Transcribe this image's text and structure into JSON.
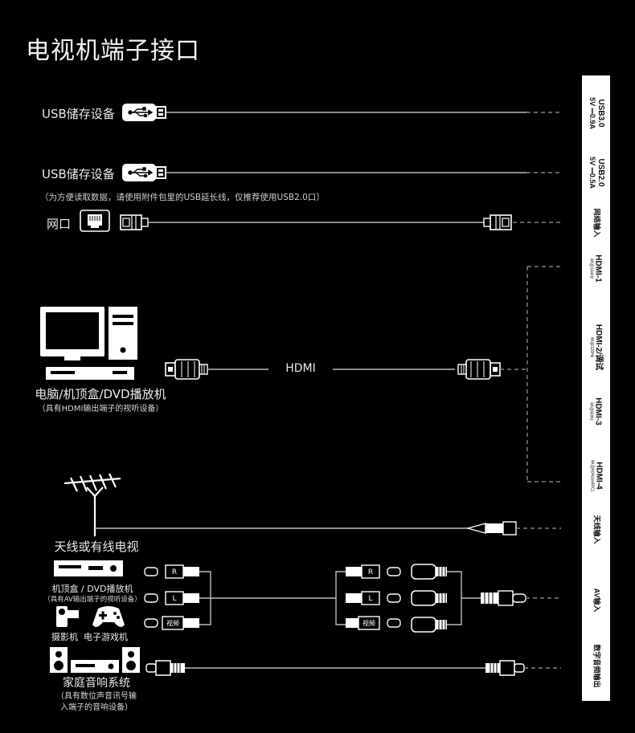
{
  "title": "电视机端子接口",
  "labels": {
    "usb_device_1": "USB储存设备",
    "usb_device_2": "USB储存设备",
    "usb_note": "（为方便读取数据，请使用附件包里的USB延长线，仅推荐使用USB2.0口）",
    "network": "网口",
    "computer": "电脑/机顶盒/DVD播放机",
    "computer_note": "（具有HDMI输出端子的视听设备）",
    "hdmi_cable": "HDMI",
    "antenna": "天线或有线电视",
    "stb_dvd": "机顶盒 / DVD播放机",
    "stb_dvd_note": "（具有AV输出端子的视听设备）",
    "camcorder": "摄影机",
    "game_console": "电子游戏机",
    "home_audio": "家庭音响系统",
    "home_audio_note_1": "（具有数位声音讯号输",
    "home_audio_note_2": "入端子的音响设备）"
  },
  "rca_left": {
    "r": "R",
    "l": "L",
    "video": "视频"
  },
  "rca_mid": {
    "r": "R",
    "l": "L",
    "video": "视频"
  },
  "panel_ports": [
    {
      "main": "USB3.0",
      "sub": "5V ⎓0.9A"
    },
    {
      "main": "USB2.0",
      "sub": "5V ⎓0.5A"
    },
    {
      "main": "网络输入",
      "sub": ""
    },
    {
      "main": "HDMI-1",
      "sub": "4K@144Hz"
    },
    {
      "main": "HDMI-2/调试",
      "sub": "4K@120Hz"
    },
    {
      "main": "HDMI-3",
      "sub": "4K@60Hz"
    },
    {
      "main": "HDMI-4",
      "sub": "4K@60Hz(eARC)"
    },
    {
      "main": "天线输入",
      "sub": ""
    },
    {
      "main": "AV输入",
      "sub": ""
    },
    {
      "main": "数字音频输出",
      "sub": ""
    }
  ],
  "icons": [
    "usb-plug-icon",
    "ethernet-port-icon",
    "rj45-plug-icon",
    "hdmi-plug-icon",
    "monitor-icon",
    "pc-tower-icon",
    "dvd-player-icon",
    "antenna-icon",
    "coax-plug-icon",
    "rca-plug-icon",
    "camcorder-icon",
    "gamepad-icon",
    "speaker-icon",
    "amplifier-icon",
    "optical-plug-icon"
  ]
}
